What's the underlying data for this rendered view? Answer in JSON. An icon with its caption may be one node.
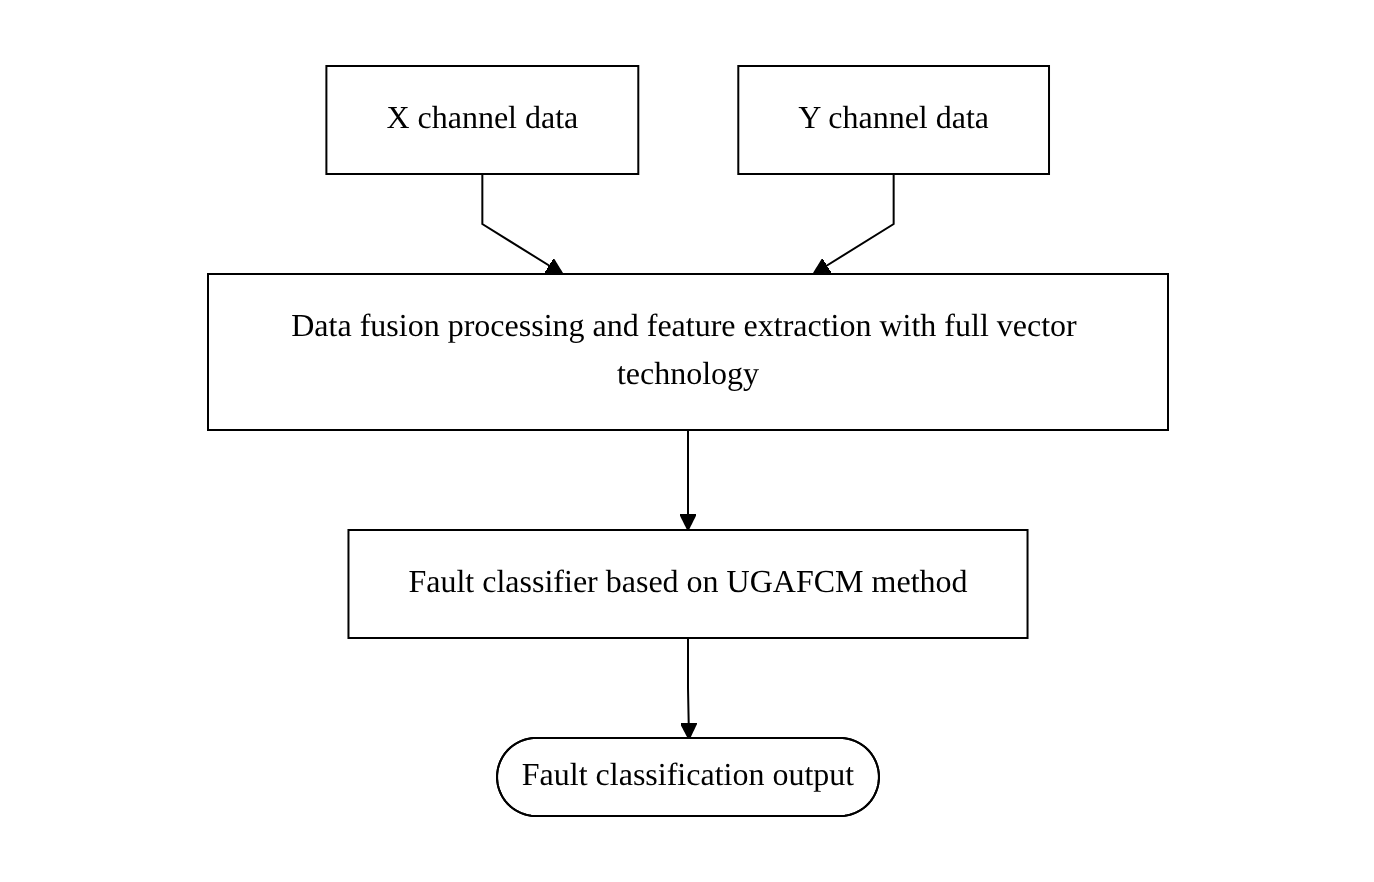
{
  "diagram": {
    "nodes": [
      {
        "text": [
          "X channel data"
        ]
      },
      {
        "text": [
          "Y channel data"
        ]
      },
      {
        "text": [
          "Data fusion processing and feature extraction with full vector technology"
        ]
      },
      {
        "text": [
          "Fault classifier based on UGAFCM method"
        ]
      },
      {
        "text": [
          "Fault classification output"
        ]
      }
    ],
    "edges": [
      {
        "from": 0,
        "to": 2,
        "arrow": "to"
      },
      {
        "from": 1,
        "to": 2,
        "arrow": "to"
      },
      {
        "from": 2,
        "to": 3,
        "arrow": "to"
      },
      {
        "from": 3,
        "to": 4,
        "arrow": "to"
      }
    ]
  }
}
